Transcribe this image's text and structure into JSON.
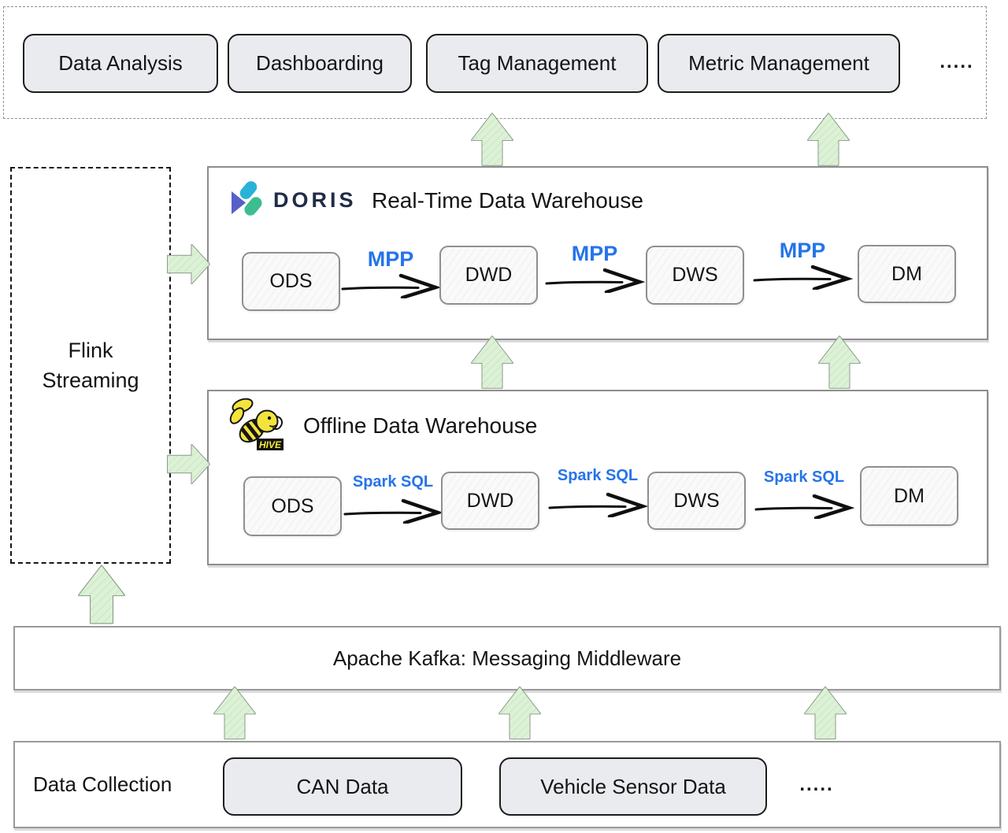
{
  "apps": {
    "items": [
      "Data Analysis",
      "Dashboarding",
      "Tag Management",
      "Metric Management"
    ],
    "more_dots": "....."
  },
  "flink": {
    "line1": "Flink",
    "line2": "Streaming"
  },
  "doris": {
    "brand": "DORIS",
    "title": "Real-Time Data Warehouse",
    "edge_label": "MPP",
    "nodes": [
      "ODS",
      "DWD",
      "DWS",
      "DM"
    ]
  },
  "hive": {
    "brand": "HIVE",
    "title": "Offline Data Warehouse",
    "edge_label": "Spark SQL",
    "nodes": [
      "ODS",
      "DWD",
      "DWS",
      "DM"
    ]
  },
  "kafka": {
    "title": "Apache Kafka: Messaging Middleware"
  },
  "collection": {
    "title": "Data Collection",
    "items": [
      "CAN Data",
      "Vehicle Sensor Data"
    ],
    "more_dots": "....."
  },
  "colors": {
    "edge_label_blue": "#2674e9",
    "arrow_green_fill": "#dcf1d6",
    "doris_navy": "#202c47",
    "hive_yellow": "#f2e43c",
    "chip_gray_fill": "#e9ebee"
  }
}
